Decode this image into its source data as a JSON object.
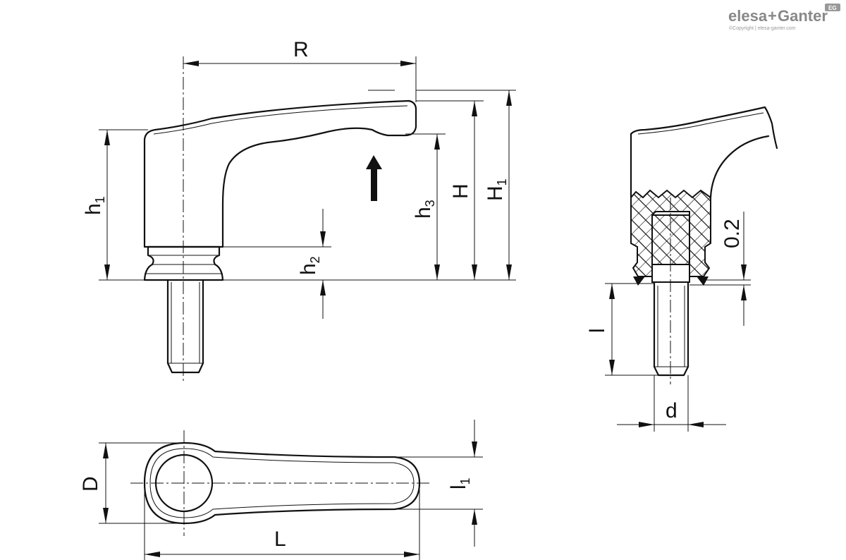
{
  "brand": {
    "name_left": "elesa",
    "plus": "+",
    "name_right": "Ganter",
    "badge": "EG",
    "copyright": "©Copyright | elesa-ganter.com"
  },
  "dimensions": {
    "R": "R",
    "H": "H",
    "H1_main": "H",
    "H1_sub": "1",
    "h1_main": "h",
    "h1_sub": "1",
    "h2_main": "h",
    "h2_sub": "2",
    "h3_main": "h",
    "h3_sub": "3",
    "D": "D",
    "L": "L",
    "l1_main": "l",
    "l1_sub": "1",
    "l": "l",
    "d": "d",
    "gap": "0.2"
  }
}
